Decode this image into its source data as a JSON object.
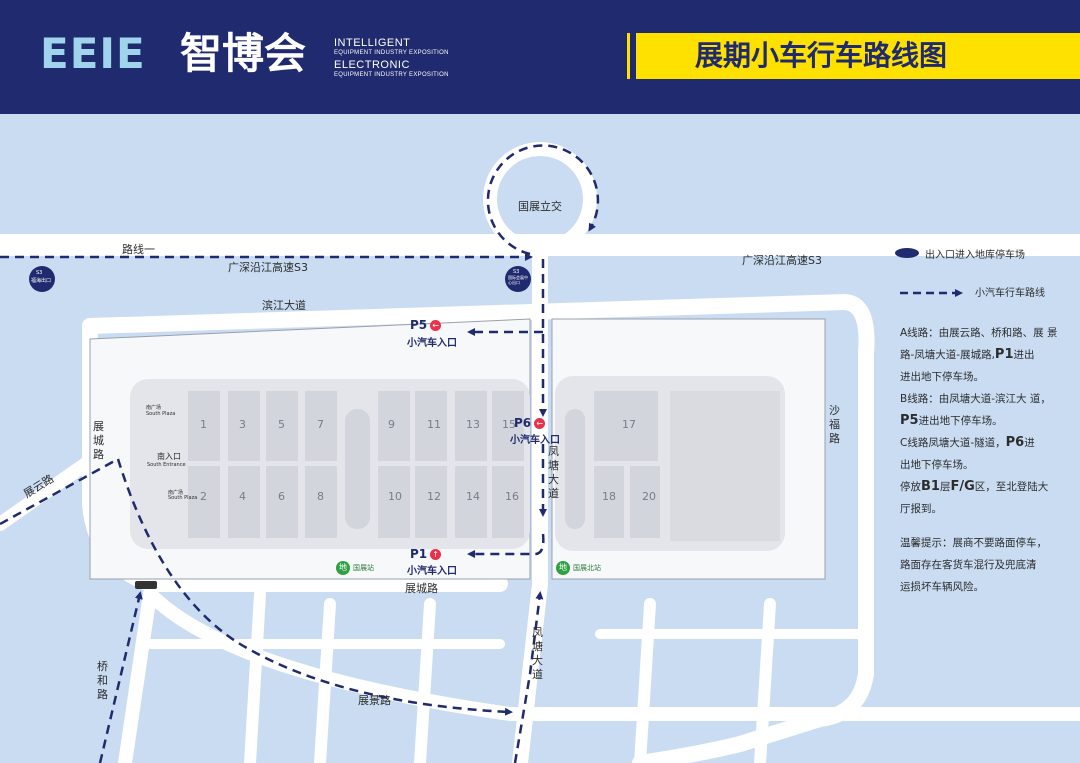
{
  "header": {
    "logo_latin": "EEIE",
    "logo_cn": "智博会",
    "tag_line1": "INTELLIGENT",
    "tag_line2": "EQUIPMENT INDUSTRY EXPOSITION",
    "tag_line3": "ELECTRONIC",
    "tag_line4": "EQUIPMENT INDUSTRY EXPOSITION",
    "title": "展期小车行车路线图"
  },
  "roads": {
    "route_one": "路线一",
    "highway_left": "广深沿江高速S3",
    "highway_right": "广深沿江高速S3",
    "binjiang": "滨江大道",
    "guozhan": "国展立交",
    "shafu": "沙福路",
    "zhancheng_road_v": "展城路",
    "zhanyun": "展云路",
    "fengtang_inner": "凤塘大道",
    "fengtang_outer": "凤塘大道",
    "zhancheng_road_h": "展城路",
    "qiaohe": "桥和路",
    "zhanjing": "展景路",
    "s3_left_line1": "S3",
    "s3_left_line2": "福海出口",
    "s3_mid_line1": "S3",
    "s3_mid_line2": "国际会展中心出口"
  },
  "parking": {
    "p5_code": "P5",
    "p5_label": "小汽车入口",
    "p6_code": "P6",
    "p6_label": "小汽车入口",
    "p1_code": "P1",
    "p1_label": "小汽车入口"
  },
  "venue": {
    "halls_top": [
      "1",
      "3",
      "5",
      "7",
      "9",
      "11",
      "13",
      "15",
      "17"
    ],
    "halls_bottom": [
      "2",
      "4",
      "6",
      "8",
      "10",
      "12",
      "14",
      "16",
      "18",
      "20"
    ],
    "south_plaza_cn": "南广场",
    "south_plaza_en": "South Plaza",
    "south_entrance_cn": "南入口",
    "south_entrance_en": "South Entrance",
    "south_plaza2_cn": "南广场",
    "south_plaza2_en": "South Plaza",
    "station_left": "国展站",
    "station_right": "国展北站",
    "metro_glyph": "地"
  },
  "legend": {
    "parking_label": "出入口进入地库停车场",
    "route_label": "小汽车行车路线",
    "route_a_1": "A线路：由展云路、桥和路、展 景",
    "route_a_2_pre": "路-凤塘大道-展城路,",
    "route_a_2_code": "P1",
    "route_a_2_post": "进出",
    "route_a_3": "进出地下停车场。",
    "route_b_1": "B线路：由凤塘大道-滨江大 道，",
    "route_b_2_code": "P5",
    "route_b_2_post": "进出地下停车场。",
    "route_c_1_pre": "C线路凤塘大道-隧道，",
    "route_c_1_code": "P6",
    "route_c_1_post": "进",
    "route_c_2": "出地下停车场。",
    "store_pre": "停放",
    "store_code": "B1",
    "store_mid": "层",
    "store_code2": "F/G",
    "store_post": "区，至北登陆大",
    "store_2": "厅报到。",
    "tip_1": "温馨提示：展商不要路面停车，",
    "tip_2": "路面存在客货车混行及兜底清",
    "tip_3": "运损坏车辆风险。"
  },
  "colors": {
    "header_bg": "#202a6e",
    "title_bg": "#ffe100",
    "map_bg": "#c9dcf2",
    "road": "#ffffff",
    "route": "#202a6e",
    "marker_red": "#e8324b",
    "metro_green": "#2fa043"
  }
}
